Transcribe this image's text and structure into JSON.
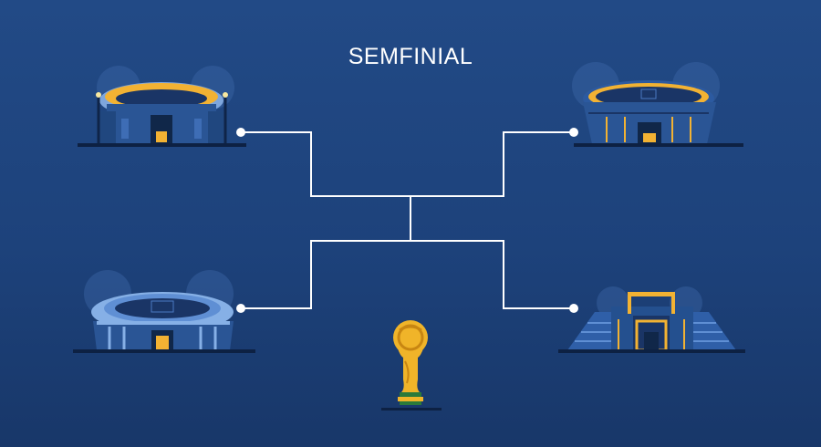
{
  "page": {
    "title": "SEMFINIAL",
    "background": "#1f457f",
    "line_color": "#ffffff",
    "trophy_color": "#f0b429"
  },
  "stadiums": [
    {
      "position": "top-left",
      "icon": "stadium-icon",
      "accent": "#f2b233"
    },
    {
      "position": "top-right",
      "icon": "stadium-icon",
      "accent": "#f2b233"
    },
    {
      "position": "bottom-left",
      "icon": "stadium-icon",
      "accent": "#f2b233"
    },
    {
      "position": "bottom-right",
      "icon": "stadium-icon",
      "accent": "#f2b233"
    }
  ],
  "trophy": {
    "icon": "world-cup-trophy-icon"
  }
}
